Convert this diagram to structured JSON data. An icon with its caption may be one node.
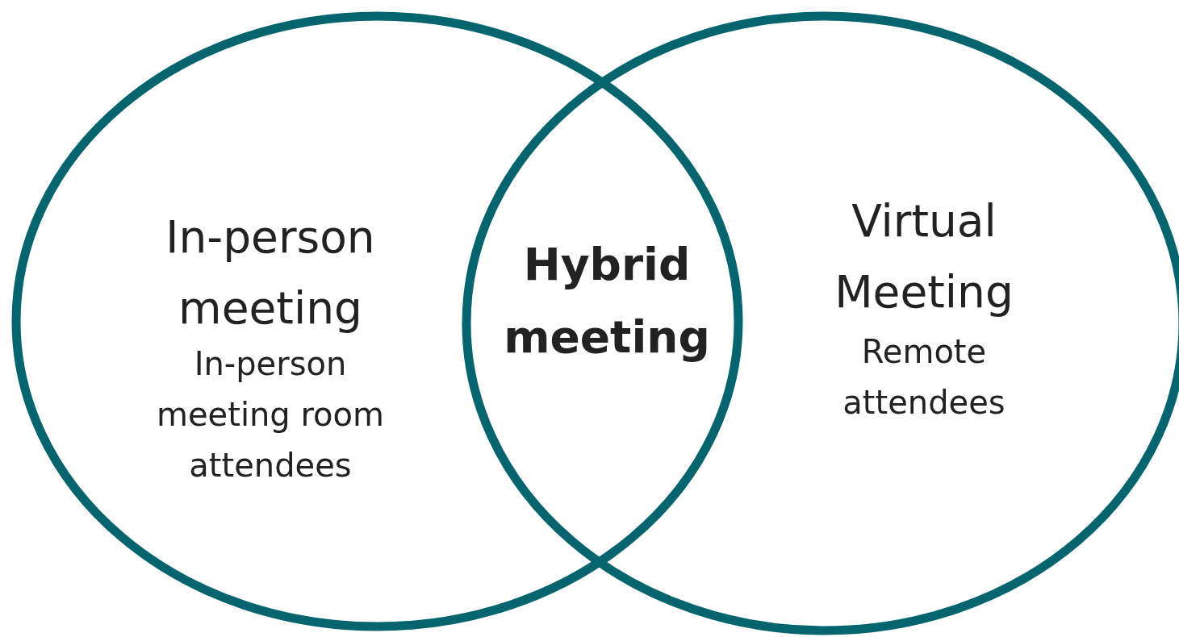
{
  "diagram": {
    "nodes": [
      {
        "text": [
          "In-person meeting",
          "In-person meeting room attendees"
        ]
      },
      {
        "text": [
          "Virtual Meeting",
          "Remote attendees"
        ]
      }
    ],
    "labels": [
      "Hybrid meeting"
    ]
  }
}
